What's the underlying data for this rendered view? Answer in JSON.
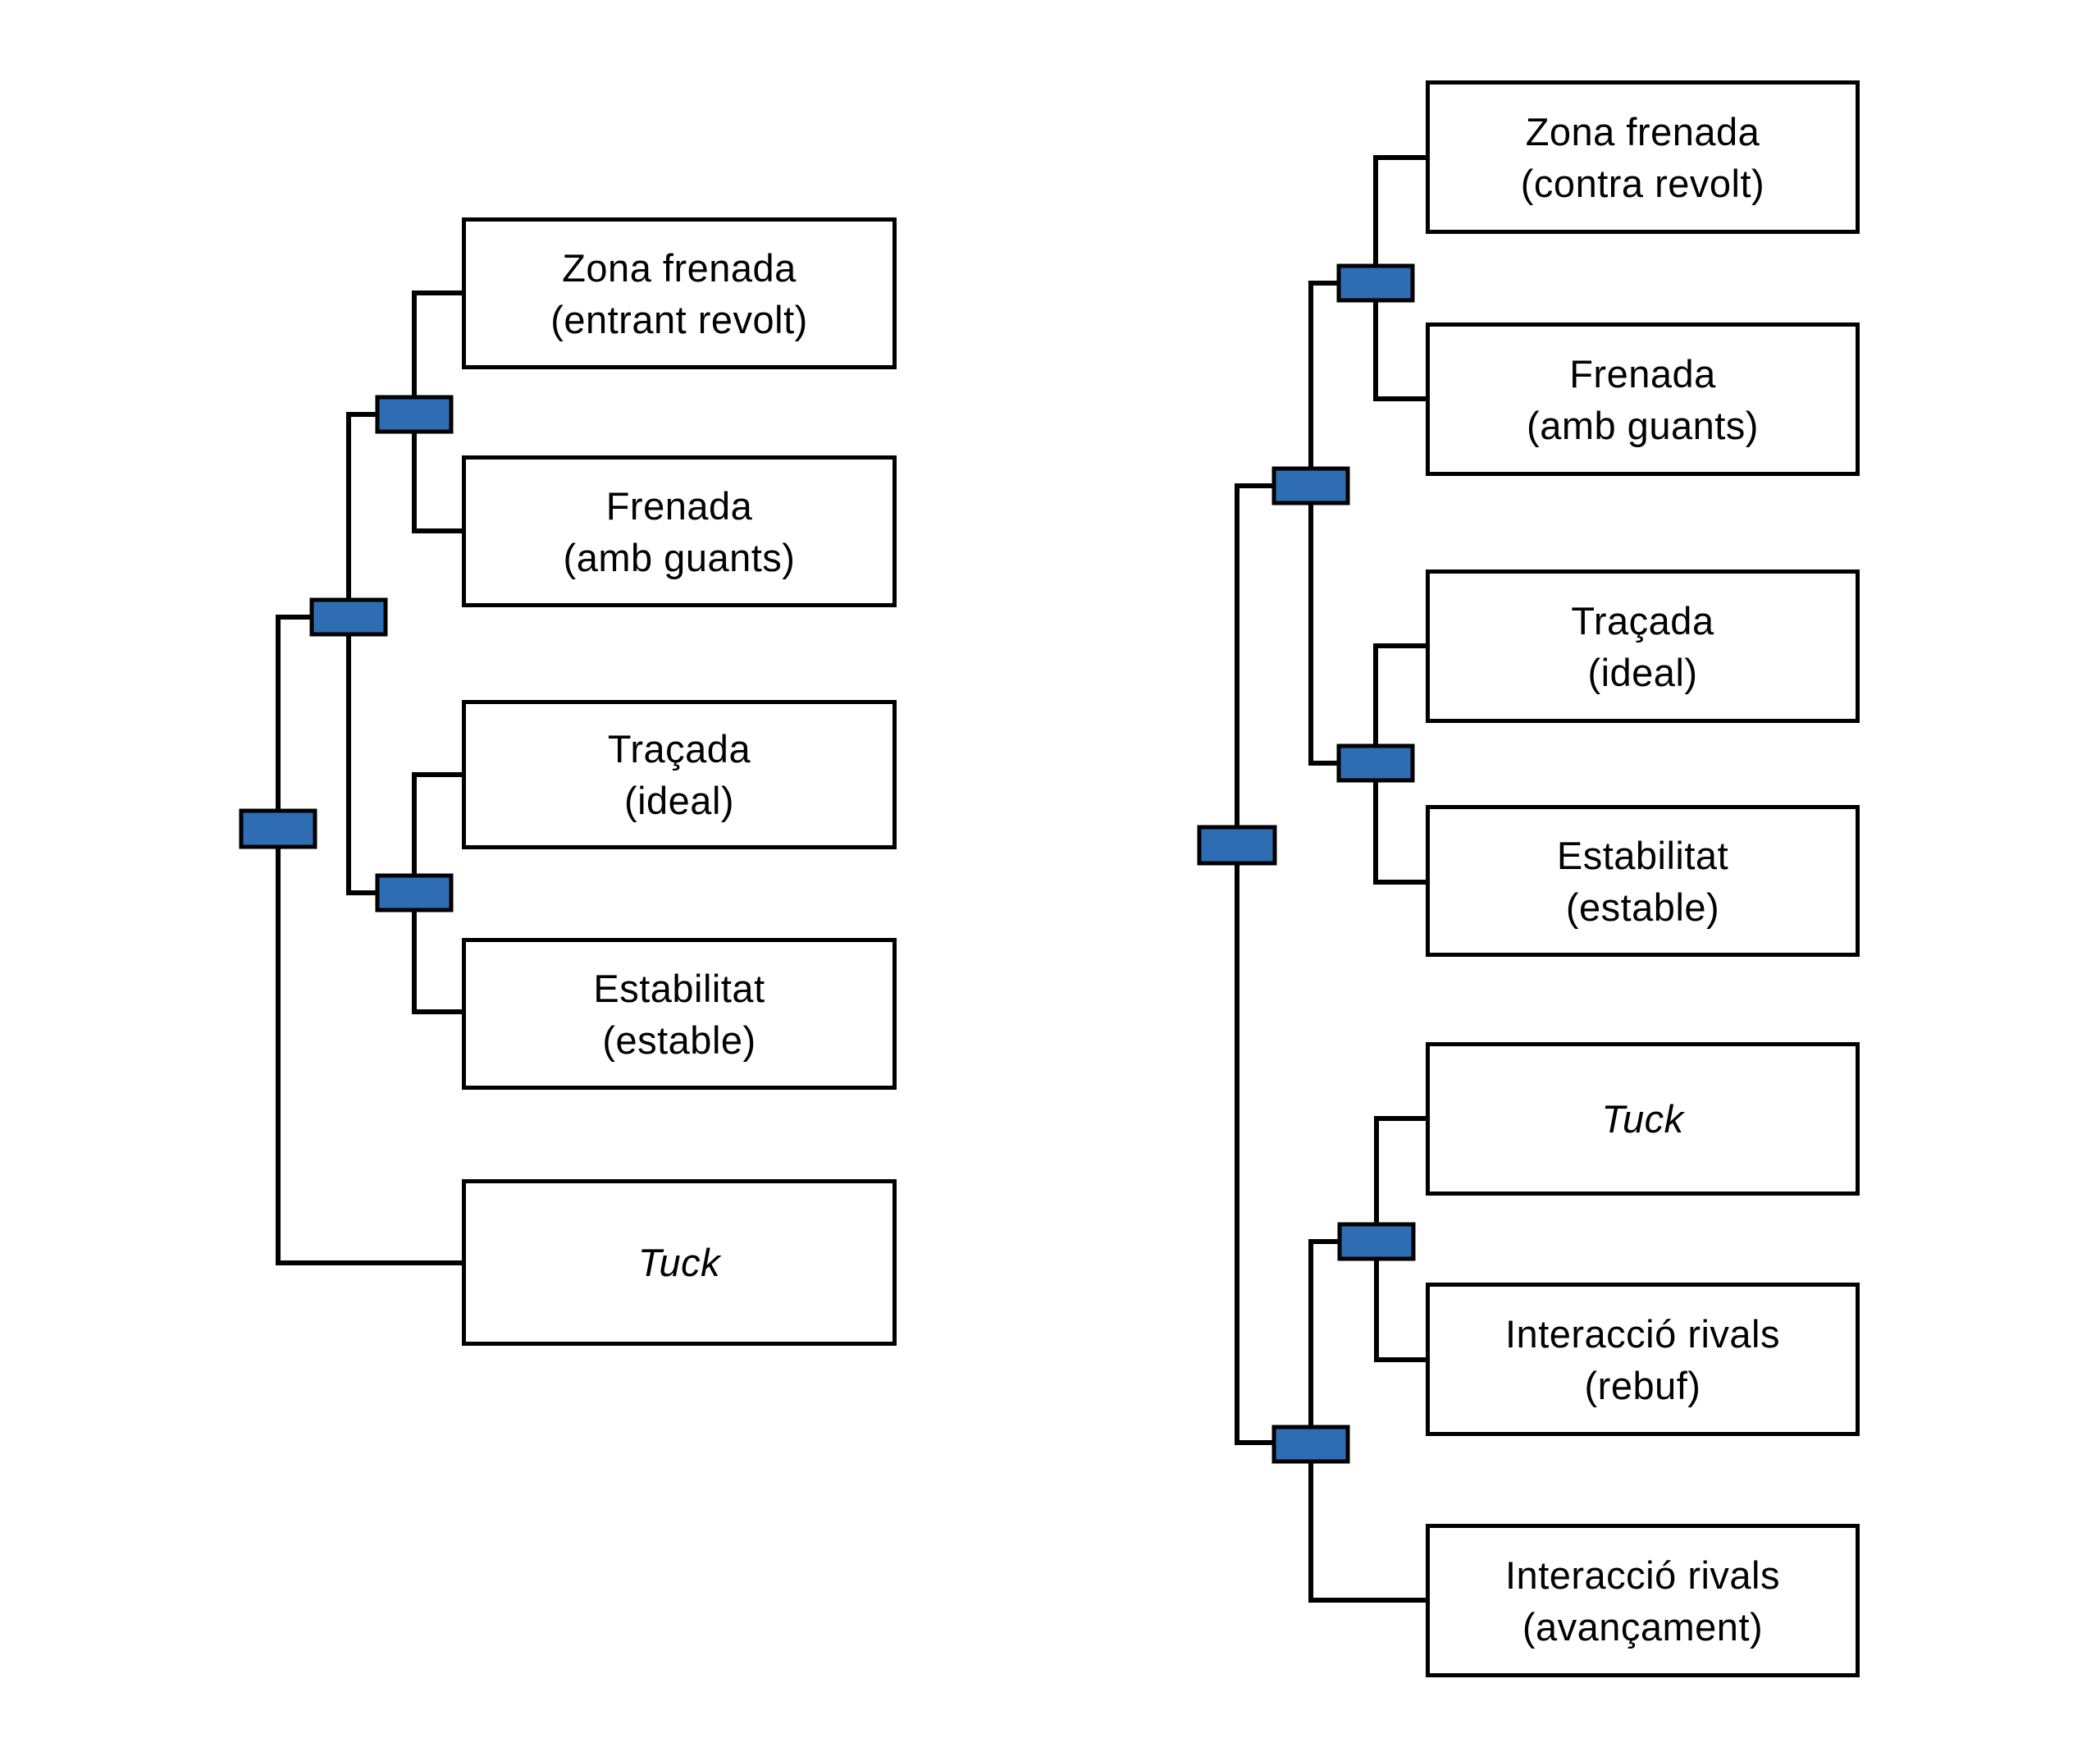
{
  "colors": {
    "background": "#FFFFFF",
    "box_border": "#000000",
    "connector_line": "#000000",
    "node_fill": "#2E6DB4",
    "node_border": "#000000",
    "text": "#000000"
  },
  "left_tree": {
    "topology": "(((Zona frenada (entrant revolt), Frenada (amb guants)), (Traçada (ideal), Estabilitat (estable))), Tuck)",
    "leaves": [
      {
        "line1": "Zona frenada",
        "line2": "(entrant revolt)",
        "style": "normal"
      },
      {
        "line1": "Frenada",
        "line2": "(amb guants)",
        "style": "normal"
      },
      {
        "line1": "Traçada",
        "line2": "(ideal)",
        "style": "normal"
      },
      {
        "line1": "Estabilitat",
        "line2": "(estable)",
        "style": "normal"
      },
      {
        "line1": "Tuck",
        "line2": "",
        "style": "italic"
      }
    ]
  },
  "right_tree": {
    "topology": "(((Zona frenada (contra revolt), Frenada (amb guants)), (Traçada (ideal), Estabilitat (estable))), ((Tuck, Interacció rivals (rebuf)), Interacció rivals (avançament)))",
    "leaves": [
      {
        "line1": "Zona frenada",
        "line2": "(contra revolt)",
        "style": "normal"
      },
      {
        "line1": "Frenada",
        "line2": "(amb guants)",
        "style": "normal"
      },
      {
        "line1": "Traçada",
        "line2": "(ideal)",
        "style": "normal"
      },
      {
        "line1": "Estabilitat",
        "line2": "(estable)",
        "style": "normal"
      },
      {
        "line1": "Tuck",
        "line2": "",
        "style": "italic"
      },
      {
        "line1": "Interacció rivals",
        "line2": "(rebuf)",
        "style": "normal"
      },
      {
        "line1": "Interacció rivals",
        "line2": "(avançament)",
        "style": "normal"
      }
    ]
  }
}
